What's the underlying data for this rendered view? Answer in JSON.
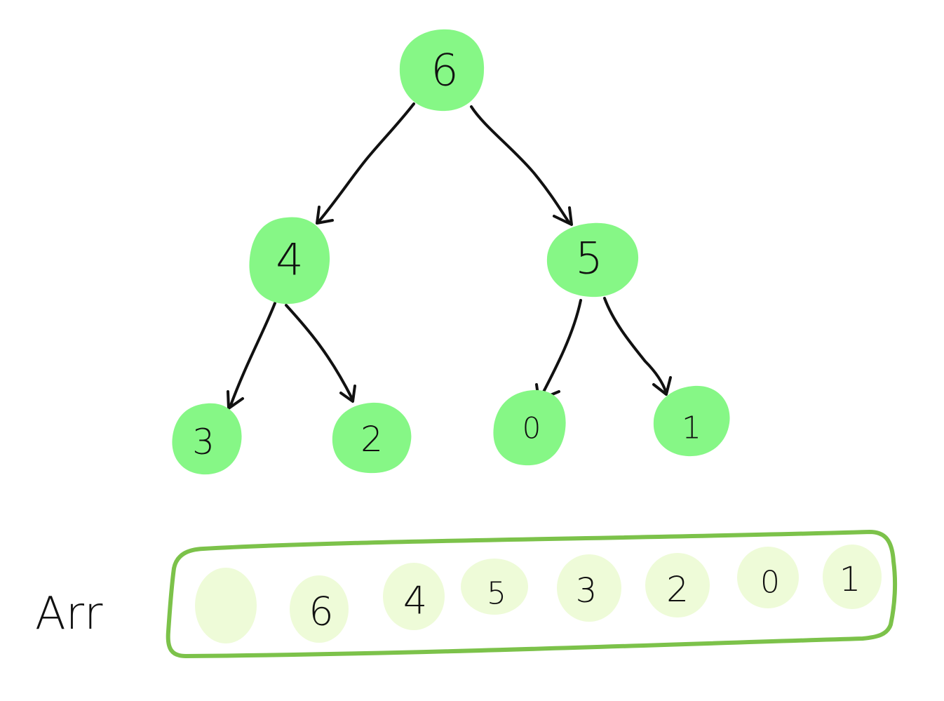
{
  "tree": {
    "node_fill": "#86f786",
    "nodes": [
      {
        "id": "n0",
        "label": "6"
      },
      {
        "id": "n1",
        "label": "4"
      },
      {
        "id": "n2",
        "label": "5"
      },
      {
        "id": "n3",
        "label": "3"
      },
      {
        "id": "n4",
        "label": "2"
      },
      {
        "id": "n5",
        "label": "0"
      },
      {
        "id": "n6",
        "label": "1"
      }
    ],
    "edges": [
      {
        "from": "n0",
        "to": "n1"
      },
      {
        "from": "n0",
        "to": "n2"
      },
      {
        "from": "n1",
        "to": "n3"
      },
      {
        "from": "n1",
        "to": "n4"
      },
      {
        "from": "n2",
        "to": "n5"
      },
      {
        "from": "n2",
        "to": "n6"
      }
    ]
  },
  "array": {
    "label": "Arr",
    "border_color": "#7cc24a",
    "cell_fill": "#eefbd8",
    "cells": [
      "",
      "6",
      "4",
      "5",
      "3",
      "2",
      "0",
      "1"
    ]
  }
}
